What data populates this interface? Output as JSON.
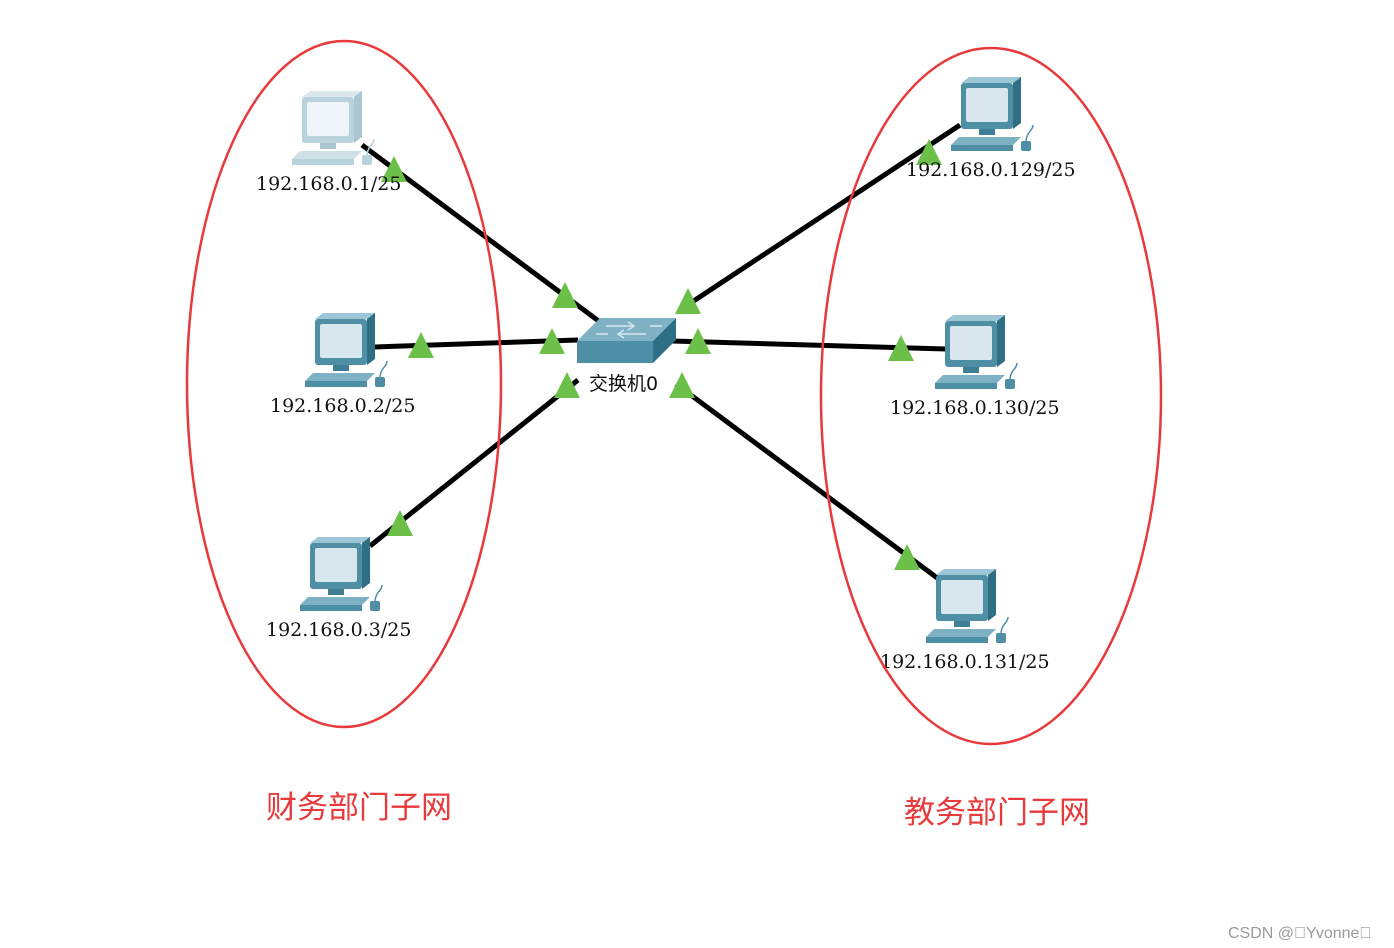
{
  "colors": {
    "group_outline": "#e8393b",
    "group_label": "#e8393b",
    "link": "#000000",
    "link_status": "#6cc04a",
    "pc_body": "#4e8fa6",
    "pc_screen": "#d8e6ee",
    "switch_top": "#7fb1c4",
    "switch_side": "#3f7f96"
  },
  "groups": [
    {
      "id": "finance",
      "label": "财务部门子网"
    },
    {
      "id": "teaching",
      "label": "教务部门子网"
    }
  ],
  "switch": {
    "name": "交换机0",
    "icon": "switch-icon"
  },
  "pcs": [
    {
      "id": "pc1",
      "ip": "192.168.0.1/25",
      "icon": "pc-icon",
      "state": "highlighted"
    },
    {
      "id": "pc2",
      "ip": "192.168.0.2/25",
      "icon": "pc-icon",
      "state": "normal"
    },
    {
      "id": "pc3",
      "ip": "192.168.0.3/25",
      "icon": "pc-icon",
      "state": "normal"
    },
    {
      "id": "pc4",
      "ip": "192.168.0.129/25",
      "icon": "pc-icon",
      "state": "normal"
    },
    {
      "id": "pc5",
      "ip": "192.168.0.130/25",
      "icon": "pc-icon",
      "state": "normal"
    },
    {
      "id": "pc6",
      "ip": "192.168.0.131/25",
      "icon": "pc-icon",
      "state": "normal"
    }
  ],
  "links": [
    {
      "from": "pc1",
      "to": "switch",
      "status": "up"
    },
    {
      "from": "pc2",
      "to": "switch",
      "status": "up"
    },
    {
      "from": "pc3",
      "to": "switch",
      "status": "up"
    },
    {
      "from": "pc4",
      "to": "switch",
      "status": "up"
    },
    {
      "from": "pc5",
      "to": "switch",
      "status": "up"
    },
    {
      "from": "pc6",
      "to": "switch",
      "status": "up"
    }
  ],
  "watermark": "CSDN @\u0000Yvonne\u0000"
}
